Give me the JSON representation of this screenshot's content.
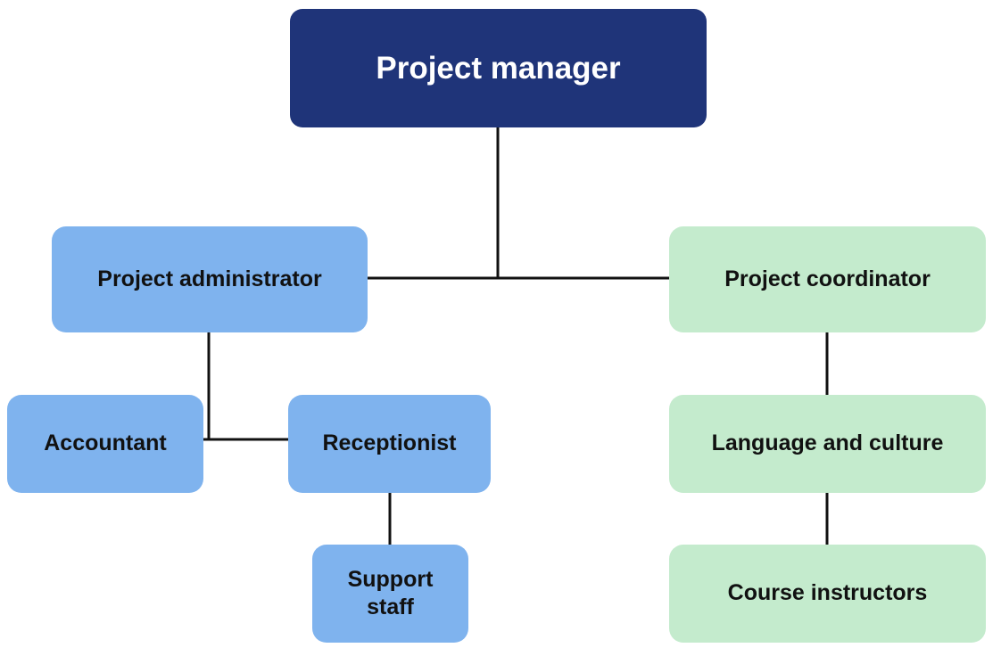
{
  "colors": {
    "root": "#1f3479",
    "admin_branch": "#7fb3ee",
    "coordinator_branch": "#c4ebcd",
    "connector": "#111111"
  },
  "nodes": {
    "project_manager": "Project manager",
    "project_administrator": "Project administrator",
    "project_coordinator": "Project coordinator",
    "accountant": "Accountant",
    "receptionist": "Receptionist",
    "support_staff": "Support staff",
    "language_and_culture": "Language and culture",
    "course_instructors": "Course instructors"
  }
}
